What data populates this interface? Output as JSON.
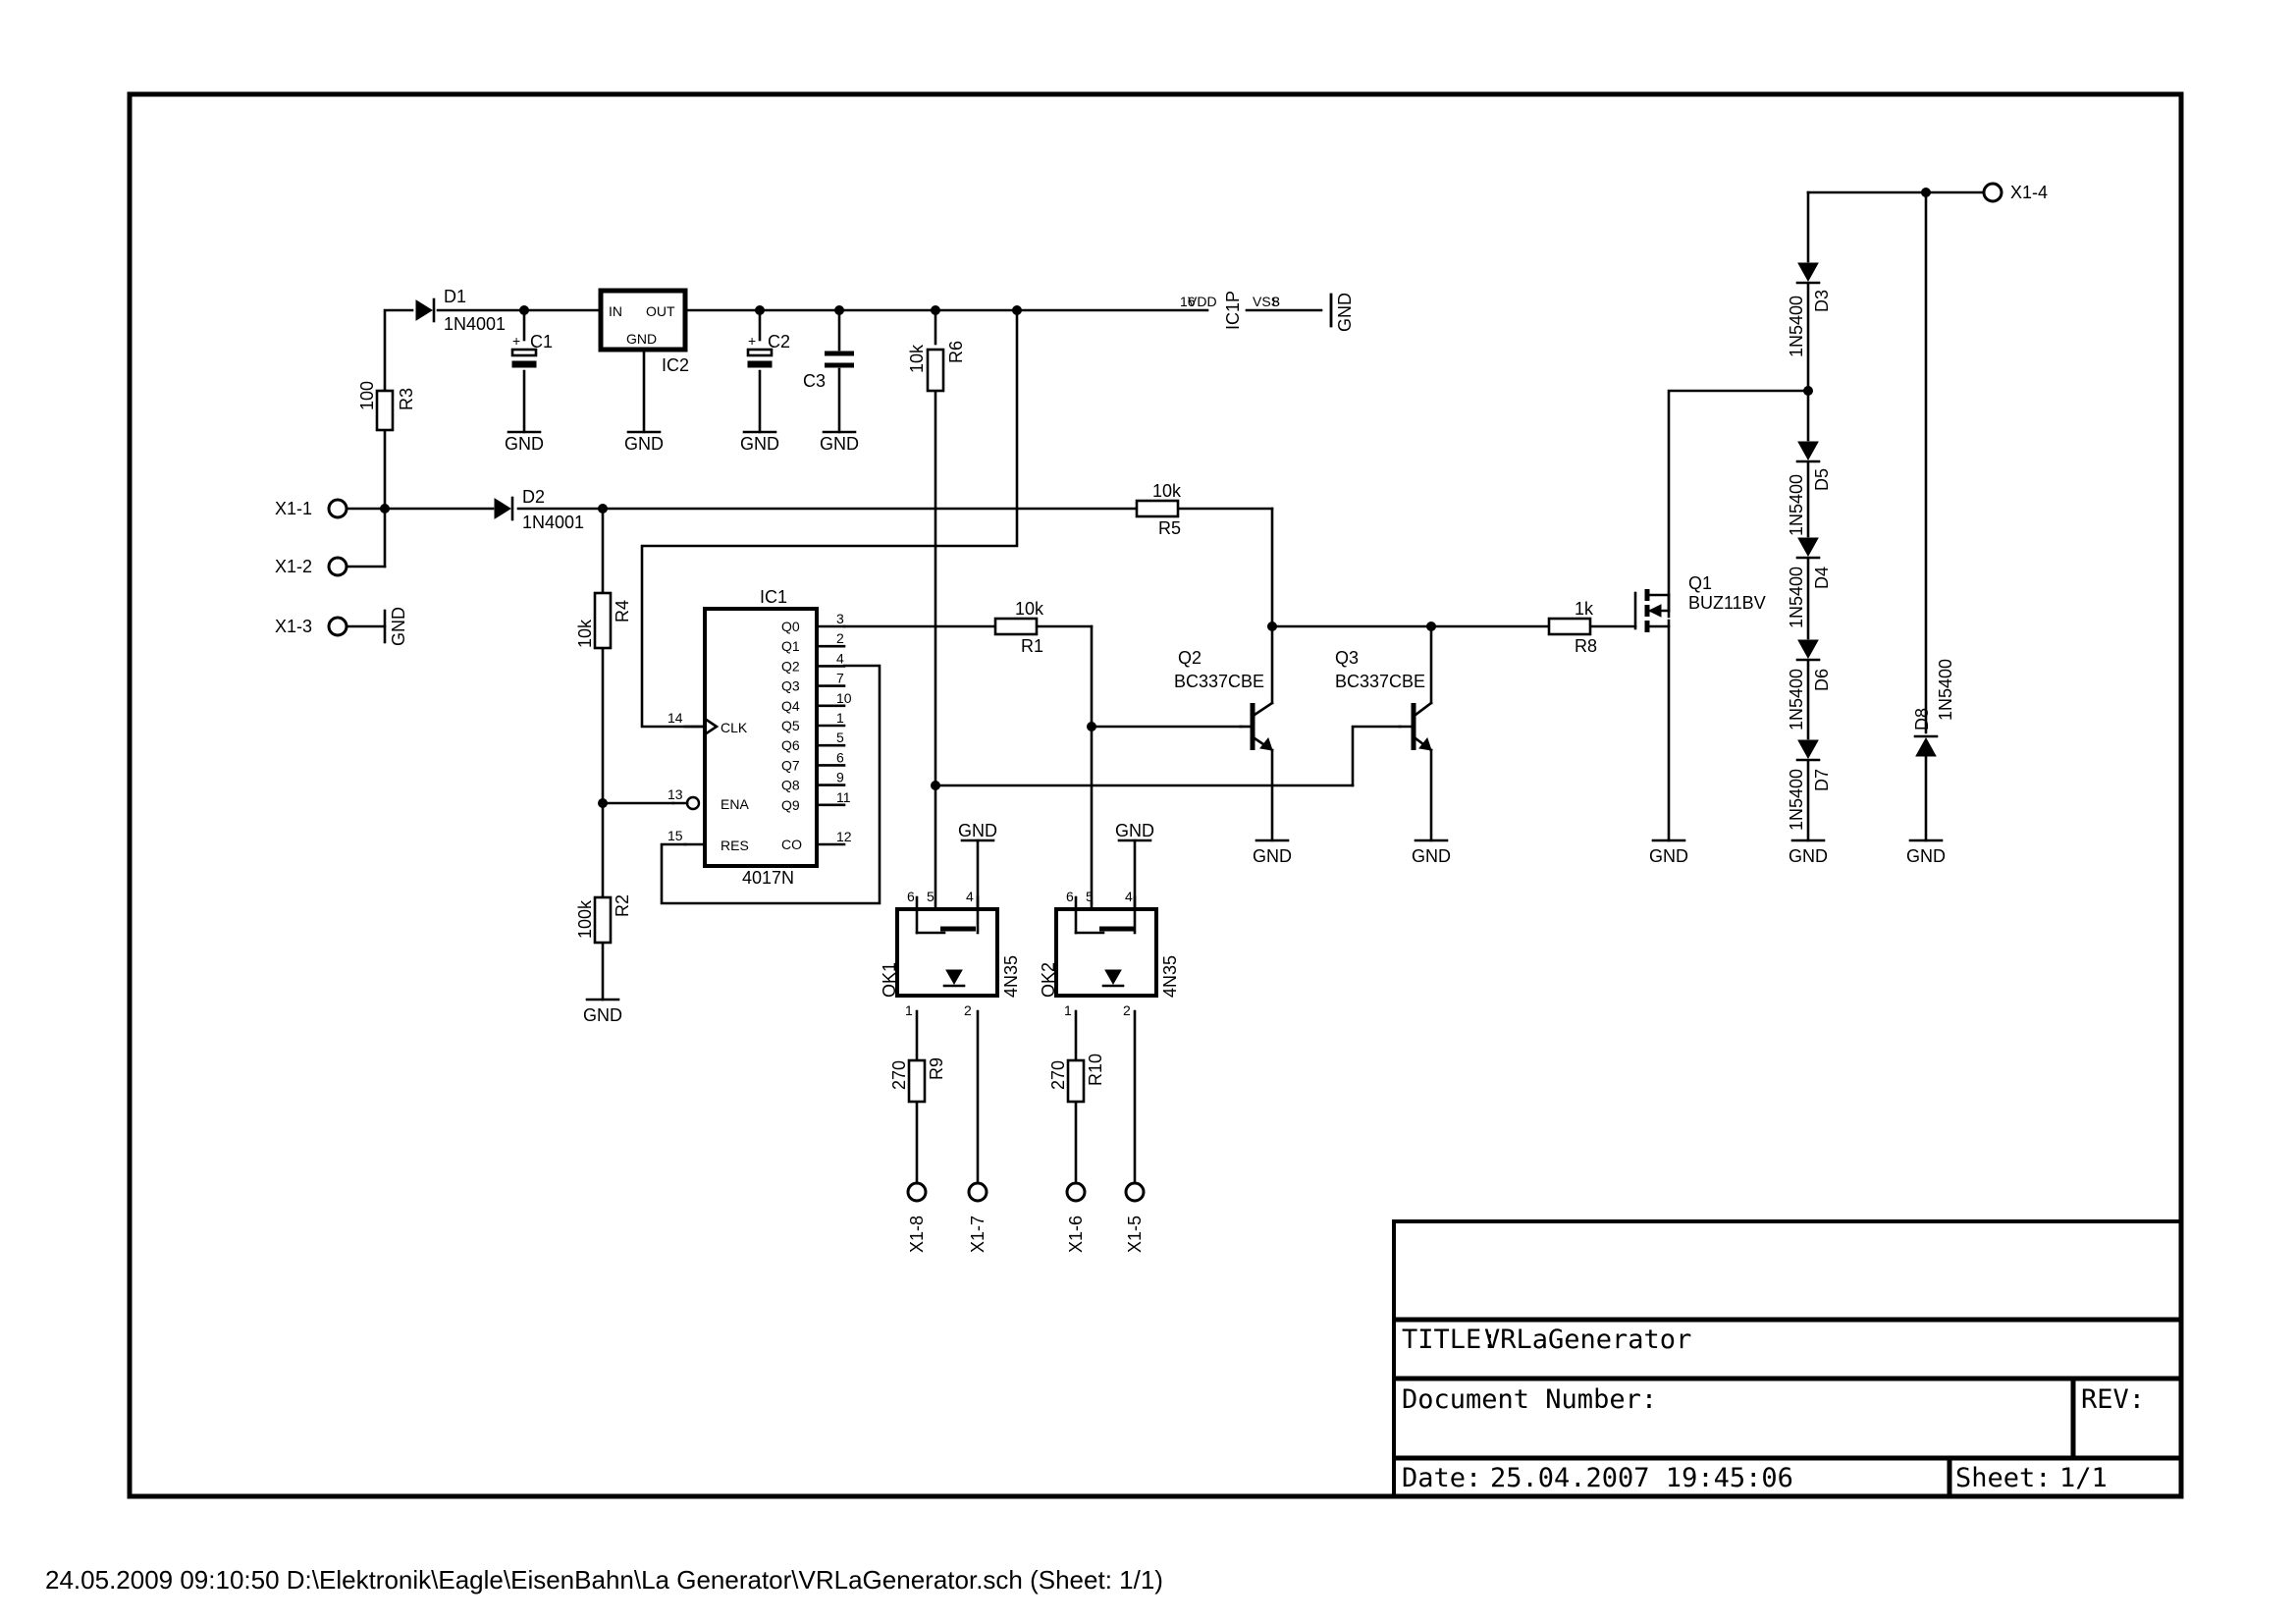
{
  "title_block": {
    "title_label": "TITLE:",
    "title_value": "VRLaGenerator",
    "document_number_label": "Document Number:",
    "rev_label": "REV:",
    "date_label": "Date:",
    "date_value": "25.04.2007 19:45:06",
    "sheet_label": "Sheet:",
    "sheet_value": "1/1"
  },
  "footer": "24.05.2009 09:10:50  D:\\Elektronik\\Eagle\\EisenBahn\\La Generator\\VRLaGenerator.sch (Sheet: 1/1)",
  "connectors": {
    "x1_1": "X1-1",
    "x1_2": "X1-2",
    "x1_3": "X1-3",
    "x1_4": "X1-4",
    "x1_5": "X1-5",
    "x1_6": "X1-6",
    "x1_7": "X1-7",
    "x1_8": "X1-8"
  },
  "gnd": "GND",
  "components": {
    "d1": {
      "name": "D1",
      "value": "1N4001"
    },
    "d2": {
      "name": "D2",
      "value": "1N4001"
    },
    "d3": {
      "name": "D3",
      "value": "1N5400"
    },
    "d4": {
      "name": "D4",
      "value": "1N5400"
    },
    "d5": {
      "name": "D5",
      "value": "1N5400"
    },
    "d6": {
      "name": "D6",
      "value": "1N5400"
    },
    "d7": {
      "name": "D7",
      "value": "1N5400"
    },
    "d8": {
      "name": "D8",
      "value": "1N5400"
    },
    "r1": {
      "name": "R1",
      "value": "10k"
    },
    "r2": {
      "name": "R2",
      "value": "100k"
    },
    "r3": {
      "name": "R3",
      "value": "100"
    },
    "r4": {
      "name": "R4",
      "value": "10k"
    },
    "r5": {
      "name": "R5",
      "value": "10k"
    },
    "r6": {
      "name": "R6",
      "value": "10k"
    },
    "r8": {
      "name": "R8",
      "value": "1k"
    },
    "r9": {
      "name": "R9",
      "value": "270"
    },
    "r10": {
      "name": "R10",
      "value": "270"
    },
    "c1": {
      "name": "C1"
    },
    "c2": {
      "name": "C2"
    },
    "c3": {
      "name": "C3"
    },
    "ic1": {
      "name": "IC1",
      "value": "4017N"
    },
    "ic1p": {
      "name": "IC1P",
      "vdd": "VDD",
      "vss": "VSS",
      "pin16": "16",
      "pin8": "8"
    },
    "ic2": {
      "name": "IC2",
      "in": "IN",
      "out": "OUT",
      "gnd": "GND"
    },
    "q1": {
      "name": "Q1",
      "value": "BUZ11BV"
    },
    "q2": {
      "name": "Q2",
      "value": "BC337CBE"
    },
    "q3": {
      "name": "Q3",
      "value": "BC337CBE"
    },
    "ok1": {
      "name": "OK1",
      "value": "4N35"
    },
    "ok2": {
      "name": "OK2",
      "value": "4N35"
    }
  },
  "ic1_pins_left": [
    {
      "num": "14",
      "name": "CLK"
    },
    {
      "num": "13",
      "name": "ENA"
    },
    {
      "num": "15",
      "name": "RES"
    }
  ],
  "ic1_pins_right": [
    {
      "num": "3",
      "name": "Q0"
    },
    {
      "num": "2",
      "name": "Q1"
    },
    {
      "num": "4",
      "name": "Q2"
    },
    {
      "num": "7",
      "name": "Q3"
    },
    {
      "num": "10",
      "name": "Q4"
    },
    {
      "num": "1",
      "name": "Q5"
    },
    {
      "num": "5",
      "name": "Q6"
    },
    {
      "num": "6",
      "name": "Q7"
    },
    {
      "num": "9",
      "name": "Q8"
    },
    {
      "num": "11",
      "name": "Q9"
    },
    {
      "num": "12",
      "name": "CO"
    }
  ],
  "ok_pins": {
    "p1": "1",
    "p2": "2",
    "p4": "4",
    "p5": "5",
    "p6": "6"
  }
}
